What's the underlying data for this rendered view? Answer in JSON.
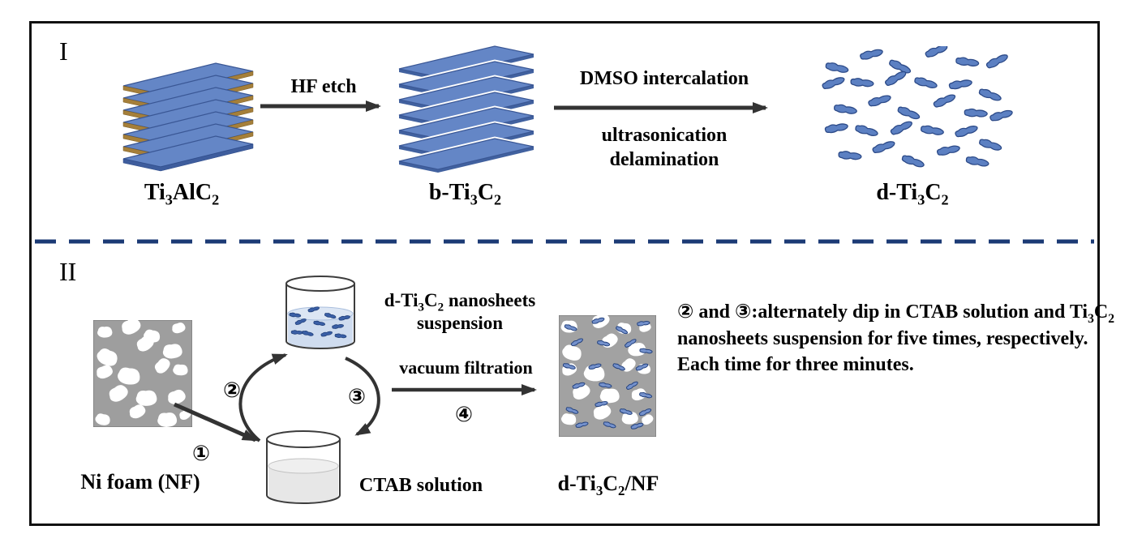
{
  "section1": {
    "numeral": "I",
    "material1_parts": [
      "Ti",
      "3",
      "AlC",
      "2"
    ],
    "arrow1_label": "HF etch",
    "material2_parts": [
      "b-Ti",
      "3",
      "C",
      "2"
    ],
    "arrow2_label_top": "DMSO intercalation",
    "arrow2_label_mid": "ultrasonication",
    "arrow2_label_bottom": "delamination",
    "material3_parts": [
      "d-Ti",
      "3",
      "C",
      "2"
    ]
  },
  "section2": {
    "numeral": "II",
    "ni_foam_label": "Ni foam (NF)",
    "step1": "①",
    "step2": "②",
    "step3": "③",
    "step4": "④",
    "suspension_line1_parts": [
      "d-Ti",
      "3",
      "C",
      "2",
      " nanosheets"
    ],
    "suspension_line2": "suspension",
    "ctab_label": "CTAB solution",
    "filtration_label": "vacuum filtration",
    "product_parts": [
      "d-Ti",
      "3",
      "C",
      "2",
      "/NF"
    ],
    "note_parts": {
      "before": "② and ③:alternately dip in CTAB solution and Ti",
      "sub1": "3",
      "mid": "C",
      "sub2": "2",
      "after": " nanosheets suspension for five times, respectively. Each time for three minutes."
    }
  },
  "colors": {
    "sheet_blue": "#6486c6",
    "sheet_edge": "#3a5795",
    "interlayer_tan": "#a57f3a",
    "flake_blue": "#5c80c2",
    "flake_edge": "#2c4a88",
    "foam_gray": "#9e9e9e",
    "ctab_liquid": "#e7e7e7",
    "suspension_liquid": "#cfdcef",
    "divider_navy": "#1b3a75",
    "arrow_dark": "#333333"
  }
}
